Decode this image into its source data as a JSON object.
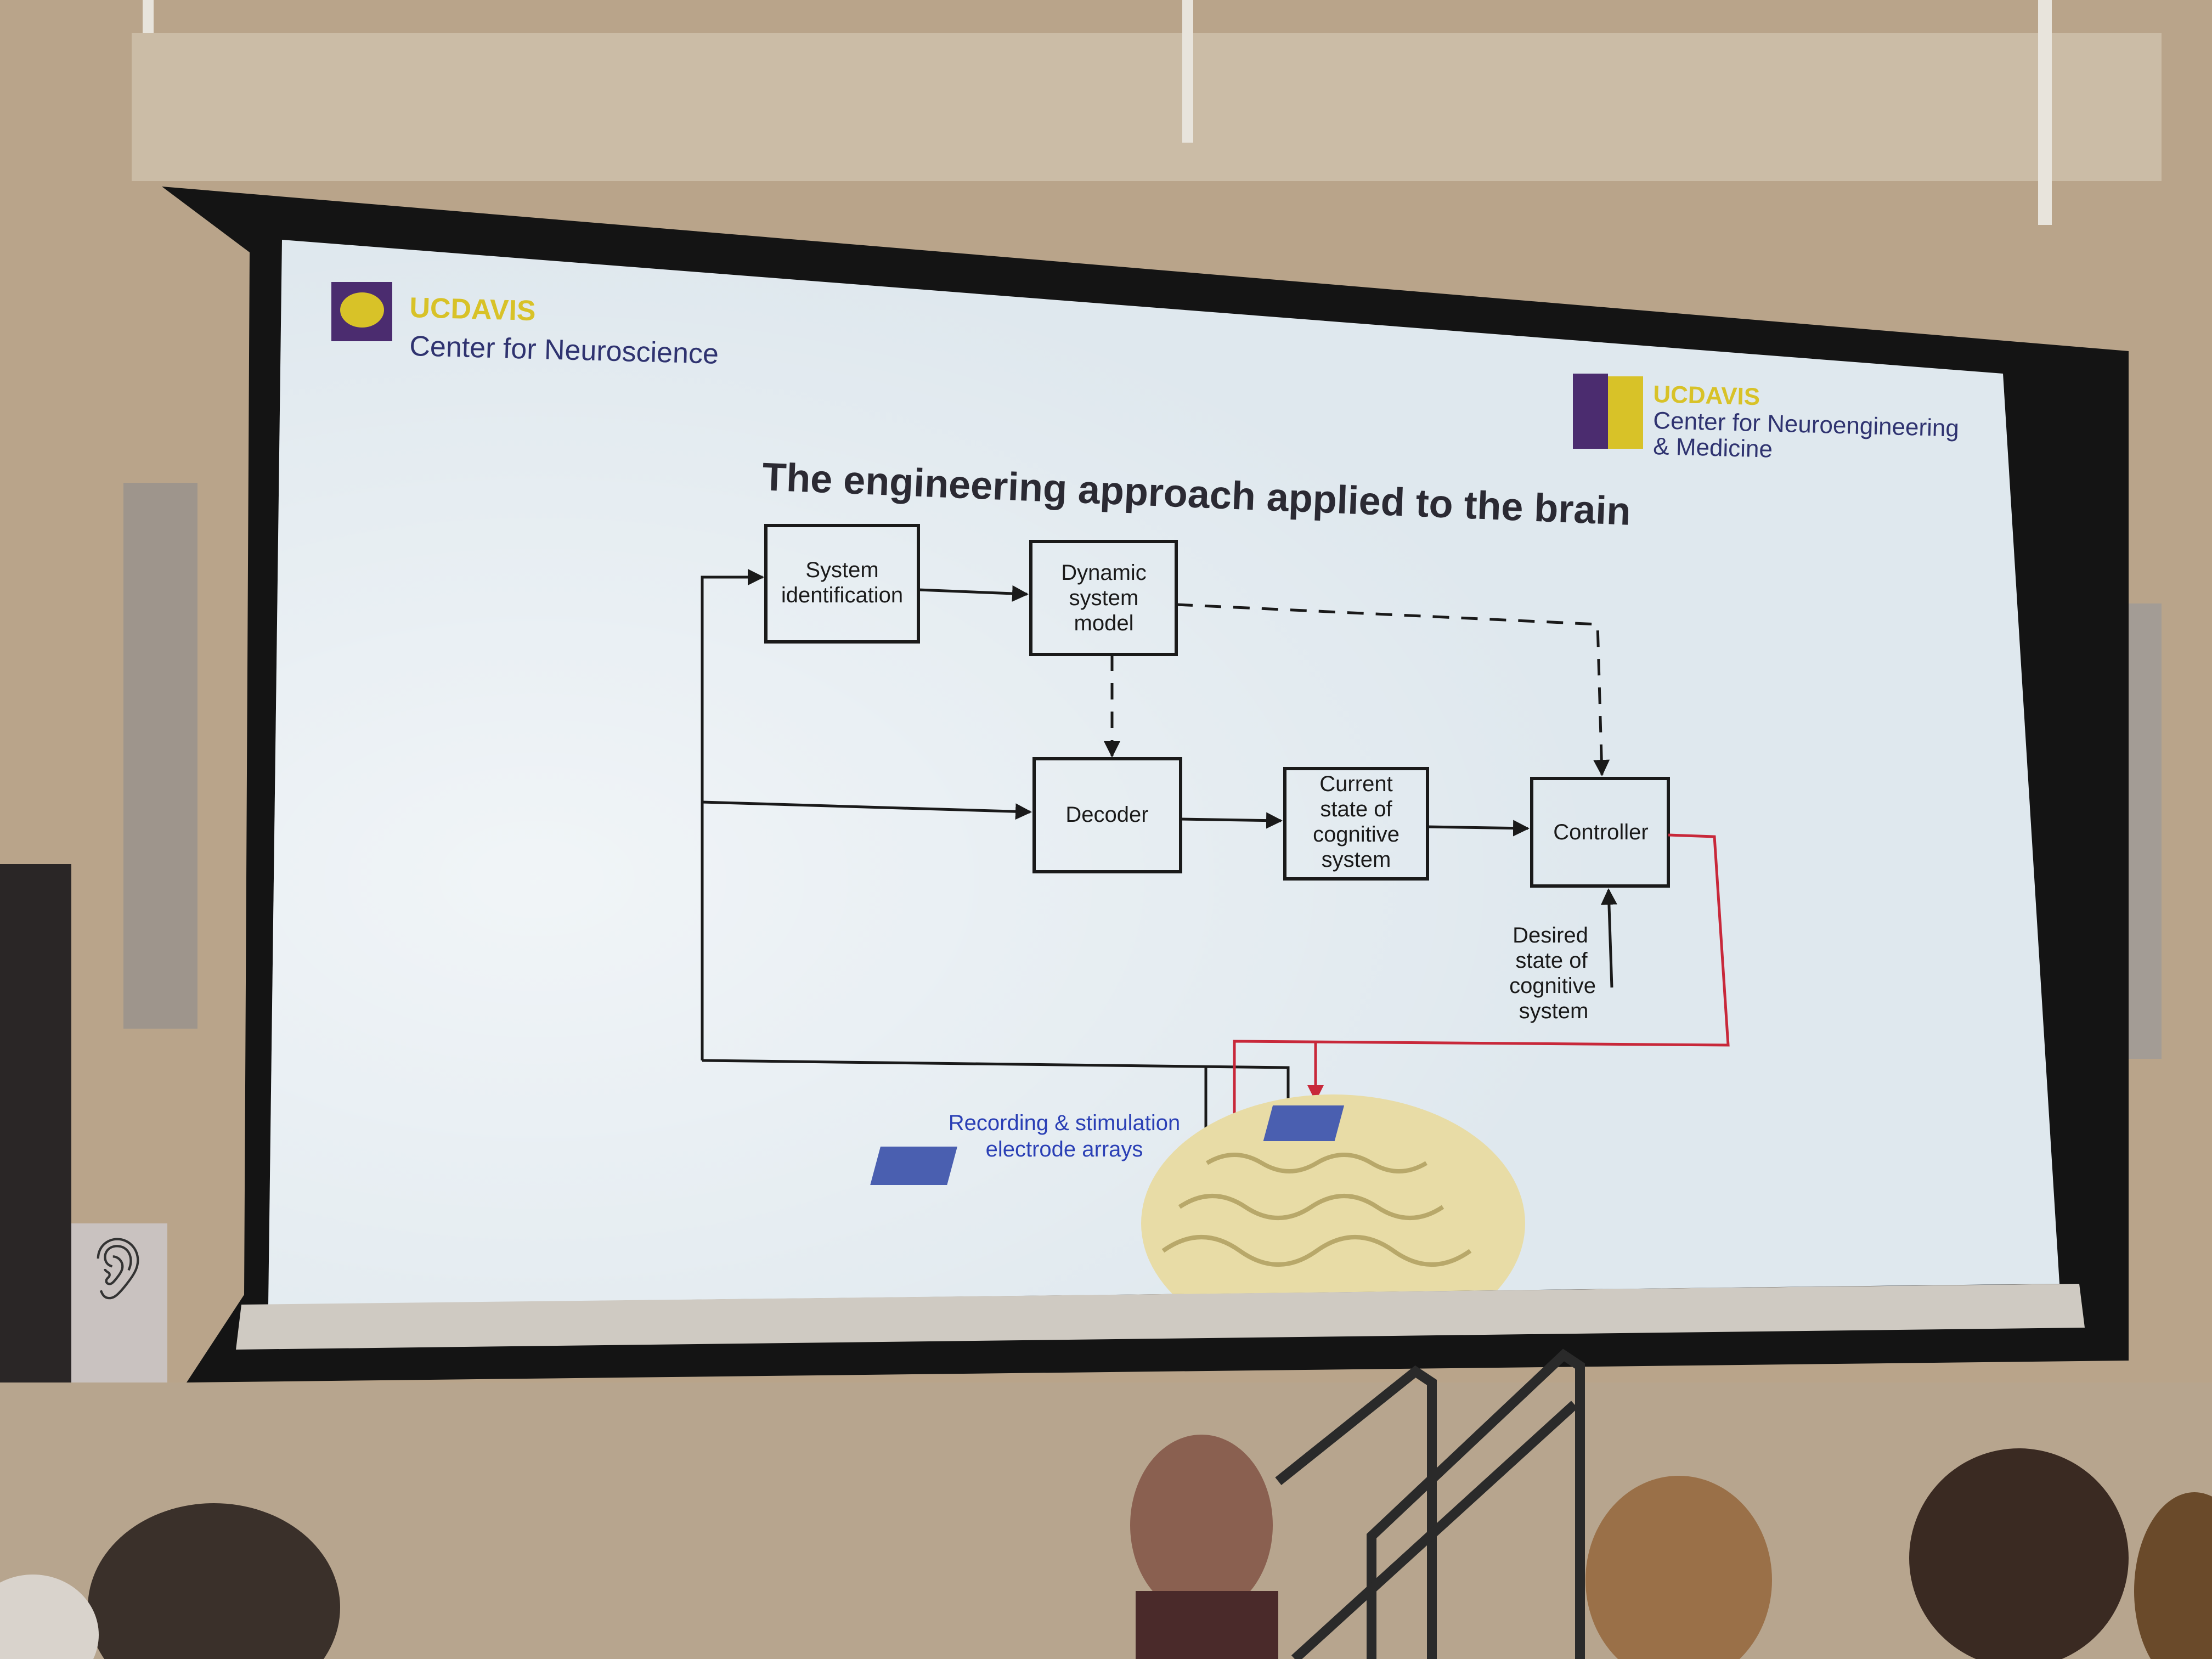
{
  "slide": {
    "title": "The engineering approach applied to the brain",
    "logo_left": {
      "uc": "UC",
      "davis": "DAVIS",
      "name": "Center for Neuroscience"
    },
    "logo_right": {
      "uc": "UC",
      "davis": "DAVIS",
      "name_line1": "Center for Neuroengineering",
      "name_line2": "& Medicine"
    },
    "blocks": {
      "system_id": [
        "System",
        "identification"
      ],
      "dynamic_model": [
        "Dynamic",
        "system",
        "model"
      ],
      "decoder": [
        "Decoder"
      ],
      "current_state": [
        "Current",
        "state of",
        "cognitive",
        "system"
      ],
      "controller": [
        "Controller"
      ]
    },
    "desired_state": [
      "Desired",
      "state of",
      "cognitive",
      "system"
    ],
    "electrode_label": [
      "Recording & stimulation",
      "electrode arrays"
    ]
  },
  "colors": {
    "wall": "#b9a48a",
    "slide_bg": "#dfe8ee",
    "purple": "#4b2c6f",
    "gold": "#d8c228",
    "red": "#c8283a",
    "blue_label": "#2a3fb5"
  }
}
